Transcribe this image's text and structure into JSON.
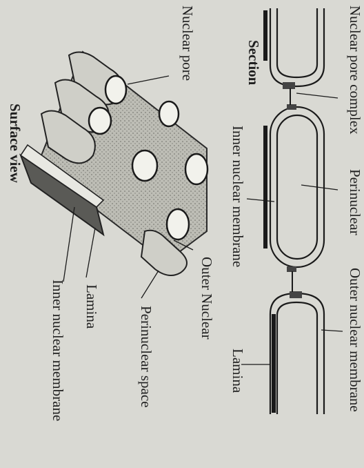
{
  "section": {
    "title": "Section",
    "labels": {
      "nuclear_pore_complex": "Nuclear pore complex",
      "perinuclear": "Perinuclear",
      "outer_nuclear_membrane": "Outer nuclear membrane",
      "inner_nuclear_membrane": "Inner nuclear membrane",
      "lamina": "Lamina"
    }
  },
  "surface": {
    "title": "Surface view",
    "labels": {
      "nuclear_pore": "Nuclear pore",
      "outer_nuclear": "Outer Nuclear",
      "perinuclear_space": "Perinuclear space",
      "lamina": "Lamina",
      "inner_nuclear_membrane": "Inner nuclear membrane"
    }
  }
}
